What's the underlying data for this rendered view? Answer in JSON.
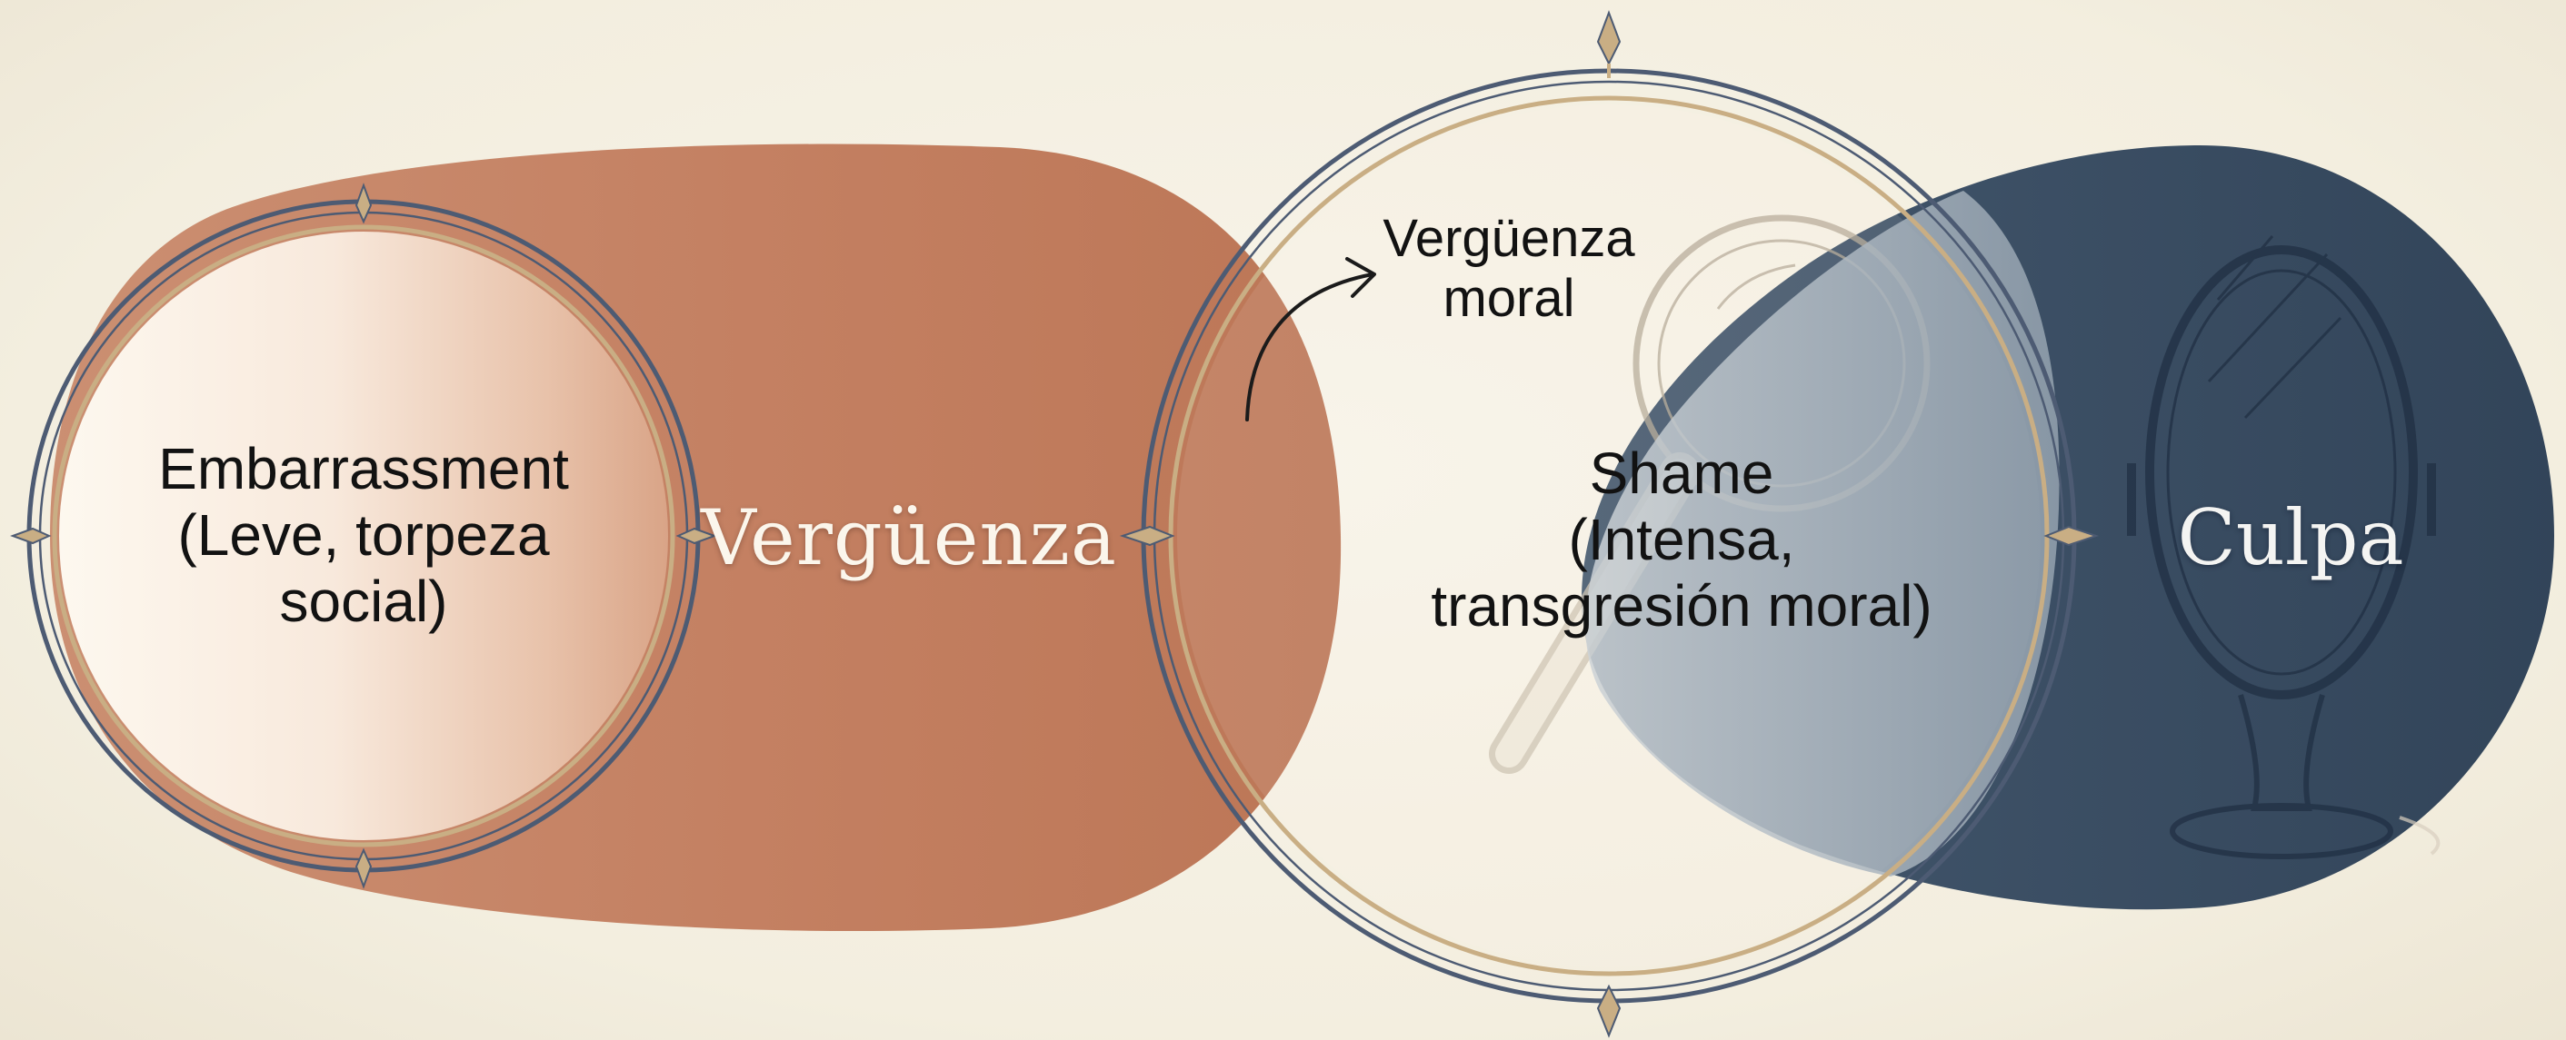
{
  "diagram": {
    "embarrassment": {
      "title": "Embarrassment",
      "subtitle_line1": "(Leve, torpeza",
      "subtitle_line2": "social)"
    },
    "verguenza": {
      "label": "Vergüenza"
    },
    "verguenza_moral": {
      "line1": "Vergüenza",
      "line2": "moral"
    },
    "shame": {
      "title": "Shame",
      "subtitle_line1": "(Intensa,",
      "subtitle_line2": "transgresión moral)"
    },
    "culpa": {
      "label": "Culpa"
    }
  },
  "colors": {
    "background": "#f5f0e3",
    "verguenza_terracotta": "#c07a5c",
    "culpa_slate": "#34495f",
    "frame_navy": "#4d5b73",
    "frame_gold": "#c9ae84"
  },
  "icons": [
    "magnifying-glass-icon",
    "hand-mirror-icon",
    "standing-mirror-icon",
    "curved-arrow-icon"
  ]
}
